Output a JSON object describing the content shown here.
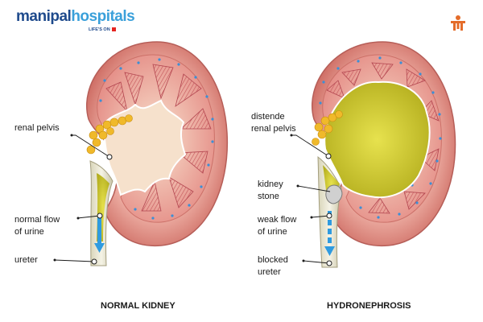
{
  "brand": {
    "name_a": "manipal",
    "name_b": "hospitals",
    "tagline": "LIFE'S ON"
  },
  "colors": {
    "logo_dark": "#1e4a8c",
    "logo_light": "#3aa0da",
    "accent_red": "#e52420",
    "kidney_tissue": "#e8a69b",
    "urine": "#c7c52a",
    "flow_arrow": "#2f9be0"
  },
  "icons": {
    "corner": "person-pillar-icon"
  },
  "normal": {
    "caption": "NORMAL KIDNEY",
    "labels": {
      "pelvis": "renal pelvis",
      "flow_1": "normal flow",
      "flow_2": "of urine",
      "ureter": "ureter"
    }
  },
  "hydro": {
    "caption": "HYDRONEPHROSIS",
    "labels": {
      "pelvis_1": "distende",
      "pelvis_2": "renal pelvis",
      "stone_1": "kidney",
      "stone_2": "stone",
      "flow_1": "weak flow",
      "flow_2": "of urine",
      "ureter_1": "blocked",
      "ureter_2": "ureter"
    }
  }
}
